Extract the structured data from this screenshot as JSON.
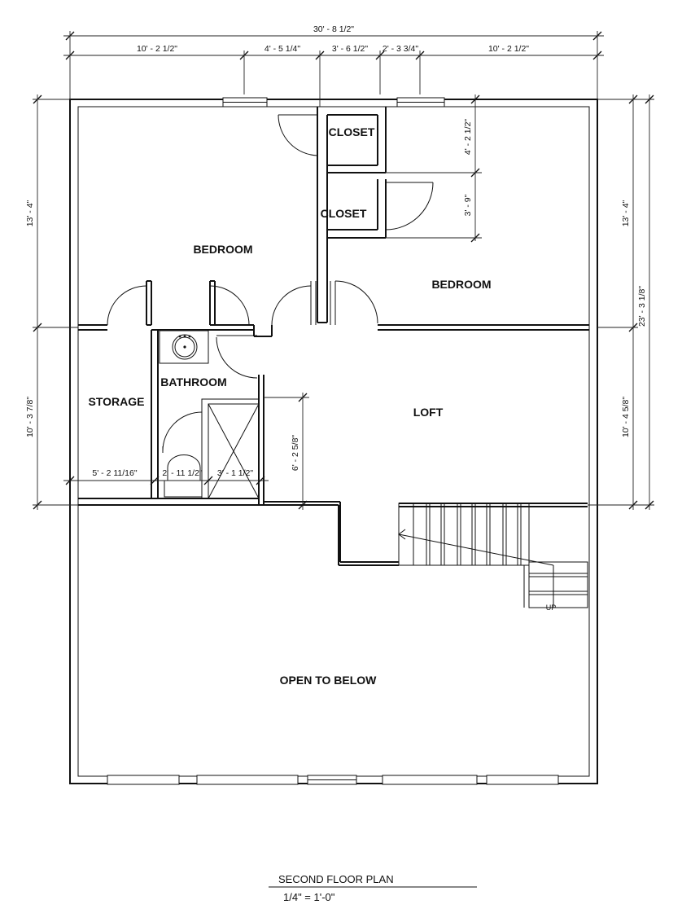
{
  "rooms": {
    "closet_top": "CLOSET",
    "closet_mid": "CLOSET",
    "bedroom_left": "BEDROOM",
    "bedroom_right": "BEDROOM",
    "storage": "STORAGE",
    "bathroom": "BATHROOM",
    "loft": "LOFT",
    "open_to_below": "OPEN TO BELOW",
    "stair_up": "UP"
  },
  "dimensions": {
    "overall_width": "30' - 8 1/2\"",
    "top_seg_1": "10' - 2 1/2\"",
    "top_seg_2": "4' - 5 1/4\"",
    "top_seg_3": "3' - 6 1/2\"",
    "top_seg_4": "2' - 3 3/4\"",
    "top_seg_5": "10' - 2 1/2\"",
    "left_upper": "13' - 4\"",
    "left_lower": "10' - 3 7/8\"",
    "right_upper": "13' - 4\"",
    "right_lower": "10' - 4 5/8\"",
    "right_overall": "23' - 3 1/8\"",
    "closet_top_depth": "4' - 2 1/2\"",
    "closet_mid_depth": "3' - 9\"",
    "bath_wall": "6' - 2 5/8\"",
    "storage_width": "5' - 2 11/16\"",
    "bath_width": "2' - 11 1/2\"",
    "shower_width": "3' - 1 1/2\""
  },
  "title_block": {
    "title": "SECOND FLOOR PLAN",
    "scale": "1/4\" = 1'-0\""
  }
}
